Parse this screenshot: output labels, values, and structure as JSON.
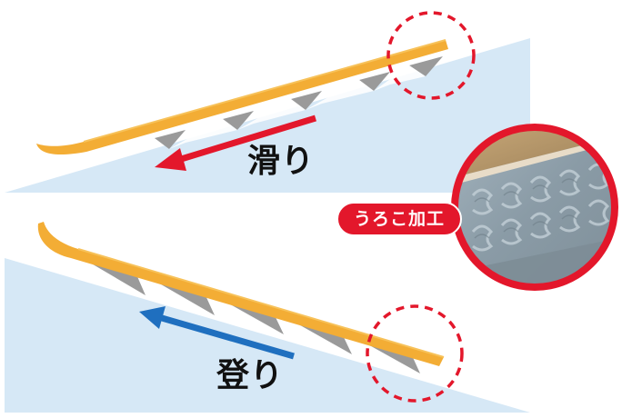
{
  "labels": {
    "glide": "滑り",
    "climb": "登り",
    "scale_texture": "うろこ加工"
  },
  "colors": {
    "ski_base": "#f3ad35",
    "ski_edge": "#f7c25a",
    "scale_teeth": "#9a9a9a",
    "slope": "#d6e8f6",
    "glide_arrow": "#e3172b",
    "climb_arrow": "#1f6fbf",
    "callout_ring": "#e3172b",
    "badge": "#e3172b"
  },
  "icons": {
    "glide_direction": "arrow-left-icon",
    "climb_direction": "arrow-left-icon"
  }
}
